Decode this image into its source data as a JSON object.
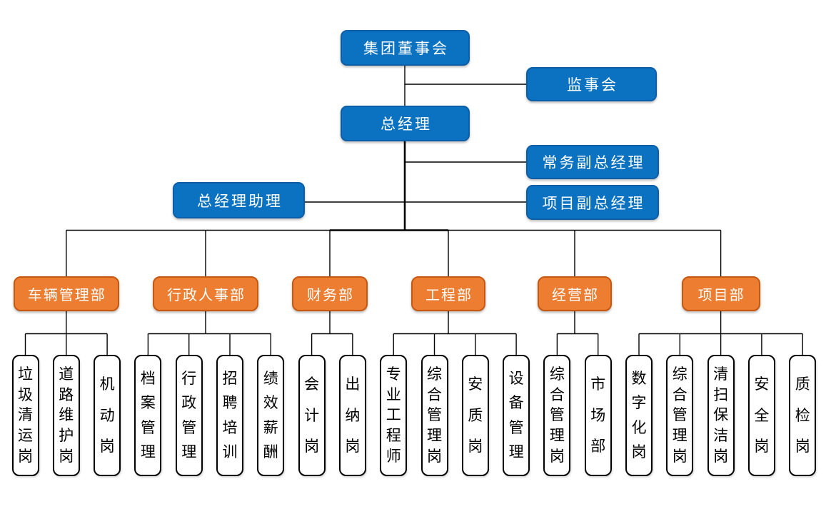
{
  "colors": {
    "blue_fill": "#0b72c2",
    "blue_border": "#0d5ea6",
    "orange_fill": "#ed7d31",
    "orange_border": "#c65911",
    "child_border": "#000000",
    "line": "#000000"
  },
  "executive": {
    "board": "集团董事会",
    "supervisory": "监事会",
    "general_manager": "总经理",
    "executive_deputy_gm": "常务副总经理",
    "gm_assistant": "总经理助理",
    "project_deputy_gm": "项目副总经理"
  },
  "departments": [
    {
      "name": "车辆管理部",
      "children": [
        "垃圾清运岗",
        "道路维护岗",
        "机动岗"
      ]
    },
    {
      "name": "行政人事部",
      "children": [
        "档案管理",
        "行政管理",
        "招聘培训",
        "绩效薪酬"
      ]
    },
    {
      "name": "财务部",
      "children": [
        "会计岗",
        "出纳岗"
      ]
    },
    {
      "name": "工程部",
      "children": [
        "专业工程师",
        "综合管理岗",
        "安质岗",
        "设备管理"
      ]
    },
    {
      "name": "经营部",
      "children": [
        "综合管理岗",
        "市场部"
      ]
    },
    {
      "name": "项目部",
      "children": [
        "数字化岗",
        "综合管理岗",
        "清扫保洁岗",
        "安全岗",
        "质检岗"
      ]
    }
  ]
}
